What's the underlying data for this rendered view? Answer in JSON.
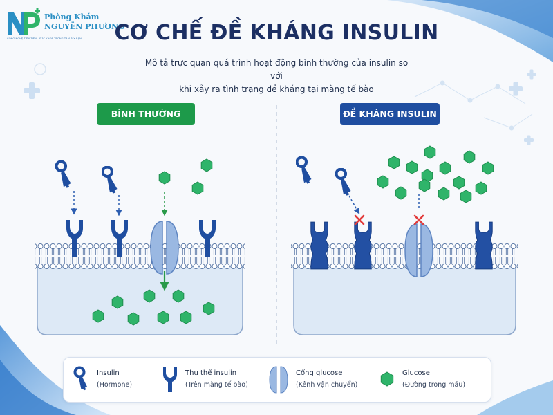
{
  "brand": {
    "name_line1": "Phòng Khám",
    "name_line2": "NGUYỄN PHƯƠNG",
    "tagline": "CÔNG NGHỆ TIÊN TIẾN - SỨC KHỎE TRONG TẦM TAY BẠN",
    "logo_icon": "np-monogram-icon"
  },
  "header": {
    "title": "CƠ CHẾ ĐỀ KHÁNG INSULIN",
    "subtitle_line1": "Mô tả trực quan quá trình hoạt động bình thường của insulin so với",
    "subtitle_line2": "khi xảy ra tình trạng đề kháng tại màng tế bào"
  },
  "panels": {
    "normal": {
      "label": "BÌNH THƯỜNG",
      "color": "#1d9a4a"
    },
    "resistance": {
      "label": "ĐỀ KHÁNG INSULIN",
      "color": "#1f4ea0"
    }
  },
  "colors": {
    "receptor": "#1f4ea0",
    "insulin": "#1f4ea0",
    "glucose": "#2fb46a",
    "channel": "#9ab8e2",
    "cell": "#dde9f6",
    "block": "#e23b3b",
    "arrow_normal": "#2a9a4a",
    "arrow_dashed": "#2c5db0"
  },
  "legend": [
    {
      "title": "Insulin",
      "subtitle": "(Hormone)",
      "icon": "insulin-key-icon"
    },
    {
      "title": "Thụ thể insulin",
      "subtitle": "(Trên màng tế bào)",
      "icon": "receptor-icon"
    },
    {
      "title": "Cổng glucose",
      "subtitle": "(Kênh vận chuyển)",
      "icon": "glucose-channel-icon"
    },
    {
      "title": "Glucose",
      "subtitle": "(Đường trong máu)",
      "icon": "glucose-hexagon-icon"
    }
  ]
}
